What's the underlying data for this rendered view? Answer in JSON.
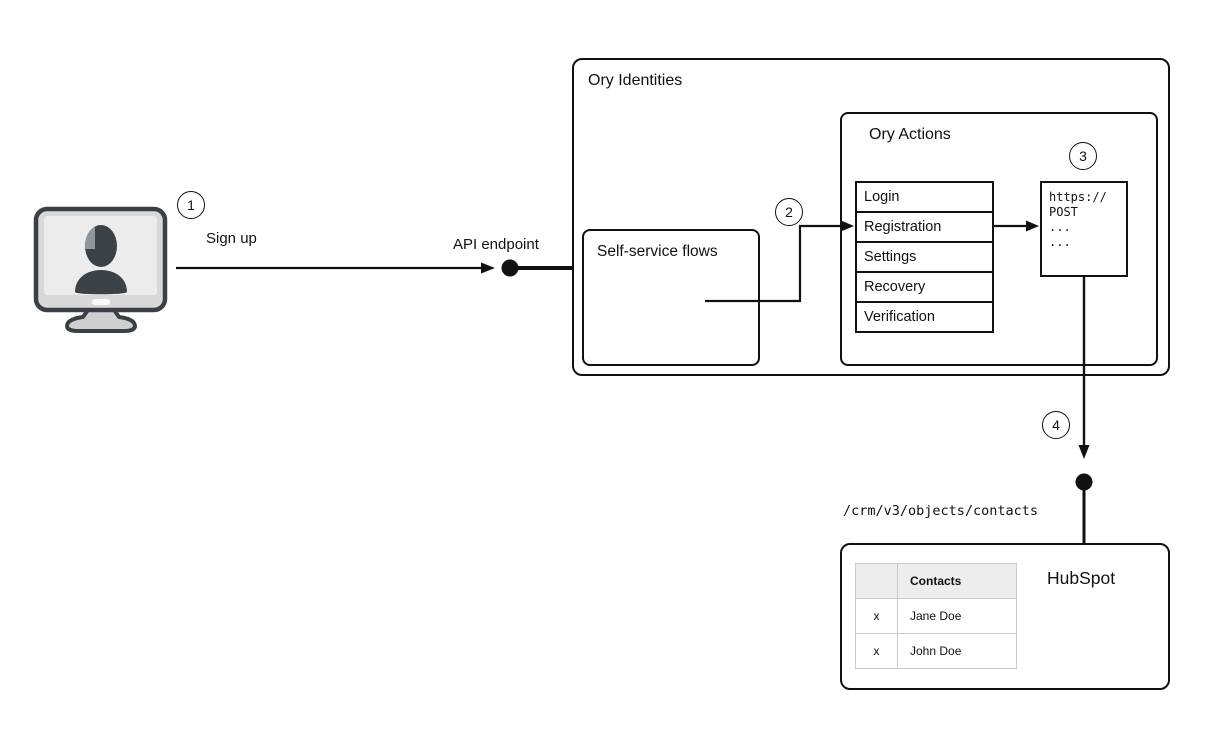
{
  "steps": [
    "1",
    "2",
    "3",
    "4"
  ],
  "labels": {
    "sign_up": "Sign up",
    "api_endpoint": "API endpoint",
    "crm_path": "/crm/v3/objects/contacts"
  },
  "ory_identities": {
    "title": "Ory Identities",
    "self_service_flows": {
      "title": "Self-service flows"
    },
    "ory_actions": {
      "title": "Ory Actions",
      "flows": [
        "Login",
        "Registration",
        "Settings",
        "Recovery",
        "Verification"
      ],
      "webhook_code_lines": [
        "https://",
        "POST",
        "...",
        "..."
      ]
    }
  },
  "hubspot": {
    "title": "HubSpot",
    "contacts_table": {
      "headers": [
        "",
        "Contacts"
      ],
      "rows": [
        [
          "x",
          "Jane Doe"
        ],
        [
          "x",
          "John Doe"
        ]
      ]
    }
  },
  "icons": {
    "user_computer": "user-computer-icon"
  },
  "colors": {
    "line_stroke": "#111111",
    "monitor_body": "#d8d8d8",
    "monitor_screen": "#ececec",
    "monitor_outline": "#3b4046",
    "silhouette": "#3a4147",
    "silhouette_highlight": "#8f969c",
    "table_border": "#c9c9c9",
    "table_header_bg": "#ededed",
    "background": "#ffffff"
  }
}
